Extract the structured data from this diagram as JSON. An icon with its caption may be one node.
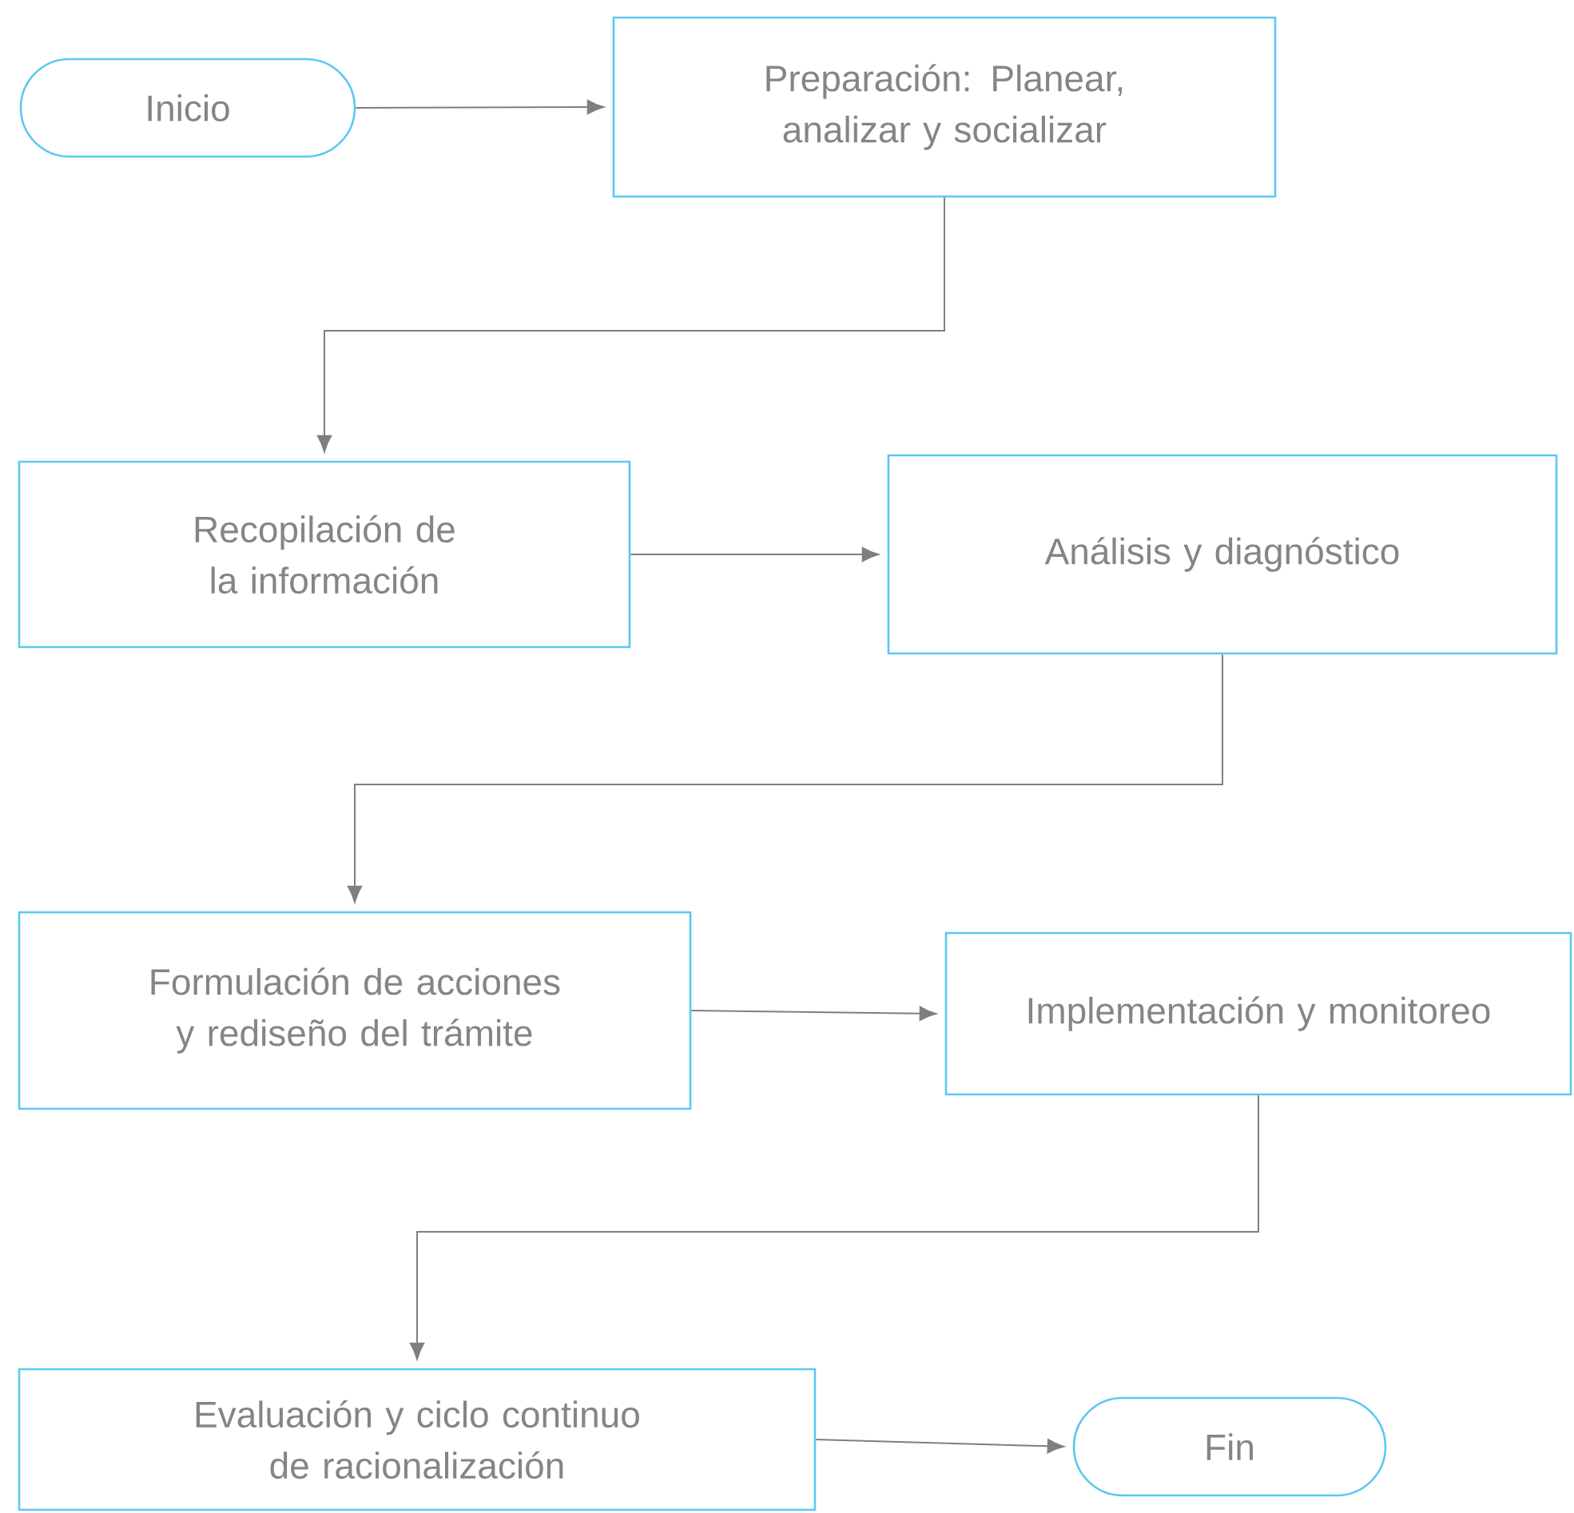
{
  "diagram": {
    "nodes": [
      {
        "text": [
          "Inicio"
        ]
      },
      {
        "text": [
          "Preparación: Planear, analizar y socializar"
        ]
      },
      {
        "text": [
          "Recopilación de la información"
        ]
      },
      {
        "text": [
          "Análisis y diagnóstico"
        ]
      },
      {
        "text": [
          "Formulación de acciones y rediseño del trámite"
        ]
      },
      {
        "text": [
          "Implementación y monitoreo"
        ]
      },
      {
        "text": [
          "Evaluación y ciclo continuo de racionalización"
        ]
      },
      {
        "text": [
          "Fin"
        ]
      }
    ],
    "edges": [
      {
        "from": 0,
        "to": 1,
        "arrow": "to"
      },
      {
        "from": 1,
        "to": 2,
        "arrow": "to"
      },
      {
        "from": 2,
        "to": 3,
        "arrow": "to"
      },
      {
        "from": 3,
        "to": 4,
        "arrow": "to"
      },
      {
        "from": 4,
        "to": 5,
        "arrow": "to"
      },
      {
        "from": 5,
        "to": 6,
        "arrow": "to"
      },
      {
        "from": 6,
        "to": 7,
        "arrow": "to"
      }
    ]
  }
}
